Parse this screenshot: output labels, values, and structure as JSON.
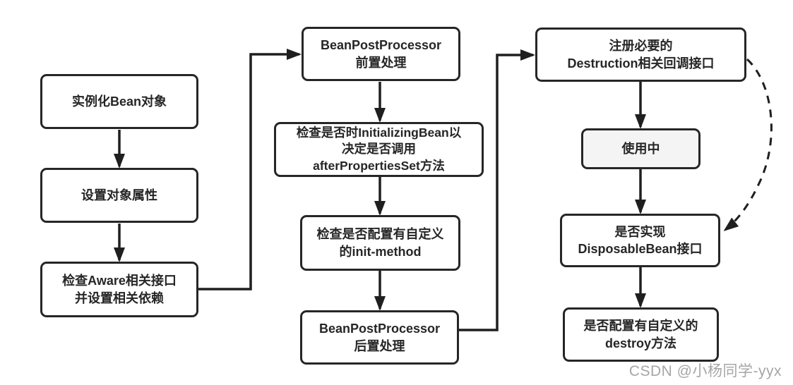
{
  "nodes": {
    "instantiate_bean": {
      "label": "实例化Bean对象"
    },
    "set_properties": {
      "label": "设置对象属性"
    },
    "check_aware": {
      "label": "检查Aware相关接口\n并设置相关依赖"
    },
    "bpp_before": {
      "label": "BeanPostProcessor\n前置处理"
    },
    "check_initializing_bean": {
      "label": "检查是否时InitializingBean以\n决定是否调用\nafterPropertiesSet方法"
    },
    "check_init_method": {
      "label": "检查是否配置有自定义\n的init-method"
    },
    "bpp_after": {
      "label": "BeanPostProcessor\n后置处理"
    },
    "register_destruction": {
      "label": "注册必要的\nDestruction相关回调接口"
    },
    "in_use": {
      "label": "使用中"
    },
    "disposable_bean": {
      "label": "是否实现\nDisposableBean接口"
    },
    "destroy_method": {
      "label": "是否配置有自定义的\ndestroy方法"
    }
  },
  "watermark": {
    "text": "CSDN @小杨同学-yyx"
  },
  "colors": {
    "line": "#1f1f1f",
    "box_border": "#262626",
    "box_fill": "#ffffff",
    "in_use_fill": "#f4f4f4",
    "watermark": "#a6a6a6",
    "background": "#ffffff"
  }
}
